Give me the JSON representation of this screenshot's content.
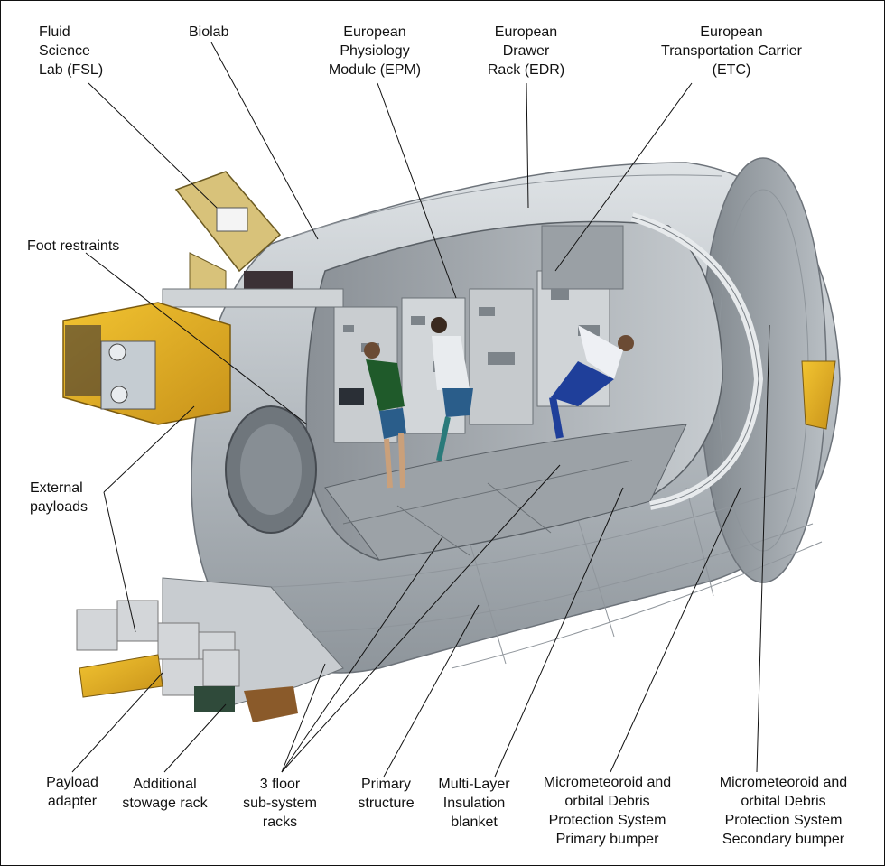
{
  "labels": {
    "fsl": [
      "Fluid",
      "Science",
      "Lab (FSL)"
    ],
    "biolab": [
      "Biolab"
    ],
    "epm": [
      "European",
      "Physiology",
      "Module (EPM)"
    ],
    "edr": [
      "European",
      "Drawer",
      "Rack (EDR)"
    ],
    "etc": [
      "European",
      "Transportation Carrier",
      "(ETC)"
    ],
    "foot": [
      "Foot restraints"
    ],
    "external": [
      "External",
      "payloads"
    ],
    "payload_adapter": [
      "Payload",
      "adapter"
    ],
    "stowage": [
      "Additional",
      "stowage rack"
    ],
    "floor_racks": [
      "3 floor",
      "sub-system",
      "racks"
    ],
    "primary_structure": [
      "Primary",
      "structure"
    ],
    "mli": [
      "Multi-Layer",
      "Insulation",
      "blanket"
    ],
    "mdps_primary": [
      "Micrometeoroid and",
      "orbital Debris",
      "Protection System",
      "Primary bumper"
    ],
    "mdps_secondary": [
      "Micrometeoroid and",
      "orbital Debris",
      "Protection System",
      "Secondary bumper"
    ]
  }
}
